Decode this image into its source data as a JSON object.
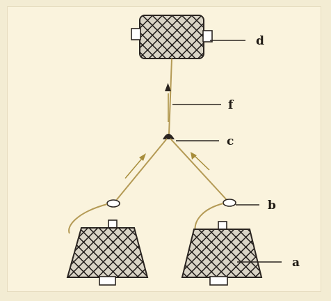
{
  "diagram": {
    "labels": {
      "d": "d",
      "f": "f",
      "c": "c",
      "b": "b",
      "a": "a"
    },
    "colors": {
      "background": "#faf3dd",
      "line": "#2a2420",
      "rope": "#b49a55",
      "arrow": "#a78d3b",
      "mesh_fill": "#d7d2c4"
    }
  }
}
